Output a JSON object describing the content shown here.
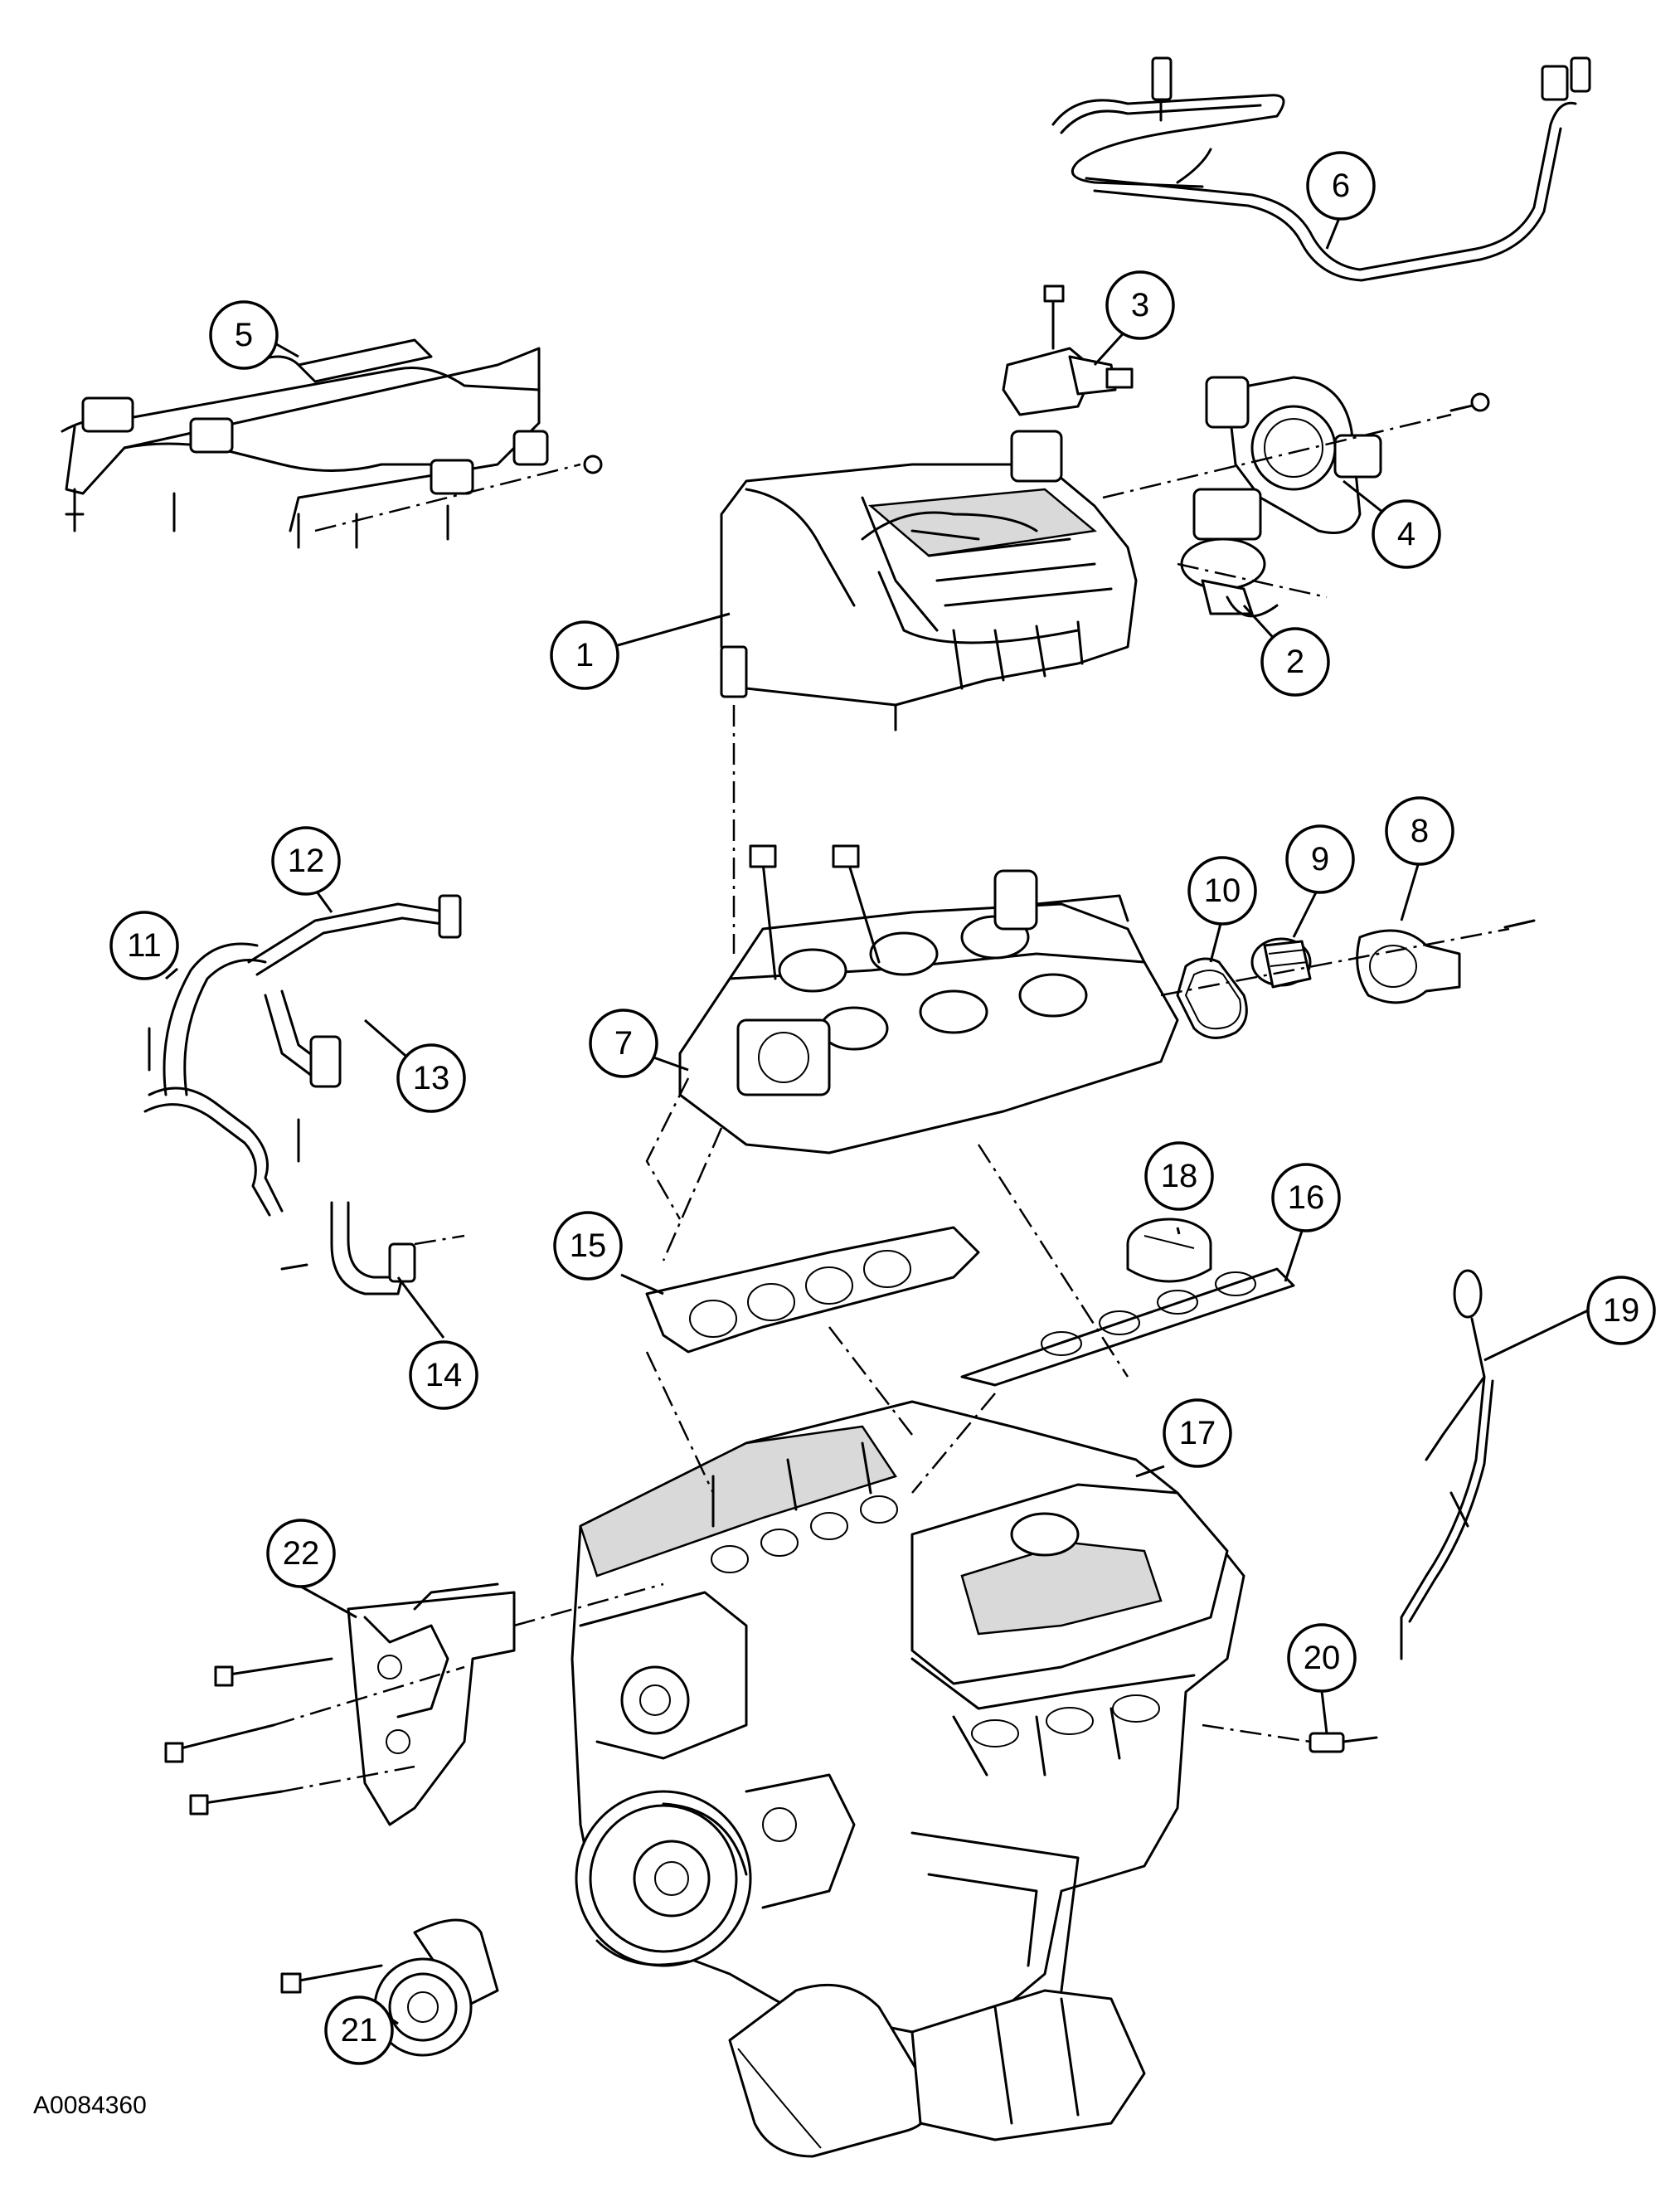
{
  "figure_id": "A0084360",
  "callouts": [
    "1",
    "2",
    "3",
    "4",
    "5",
    "6",
    "7",
    "8",
    "9",
    "10",
    "11",
    "12",
    "13",
    "14",
    "15",
    "16",
    "17",
    "18",
    "19",
    "20",
    "21",
    "22"
  ]
}
